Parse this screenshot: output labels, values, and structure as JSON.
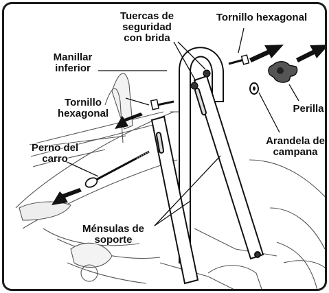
{
  "labels": {
    "tuercas": "Tuercas de\nseguridad\ncon brida",
    "tornillo_top": "Tornillo hexagonal",
    "manillar": "Manillar\ninferior",
    "tornillo_left": "Tornillo\nhexagonal",
    "perilla": "Perilla",
    "perno": "Perno del\ncarro",
    "arandela": "Arandela de\ncampana",
    "mensulas": "Ménsulas de\nsoporte"
  }
}
